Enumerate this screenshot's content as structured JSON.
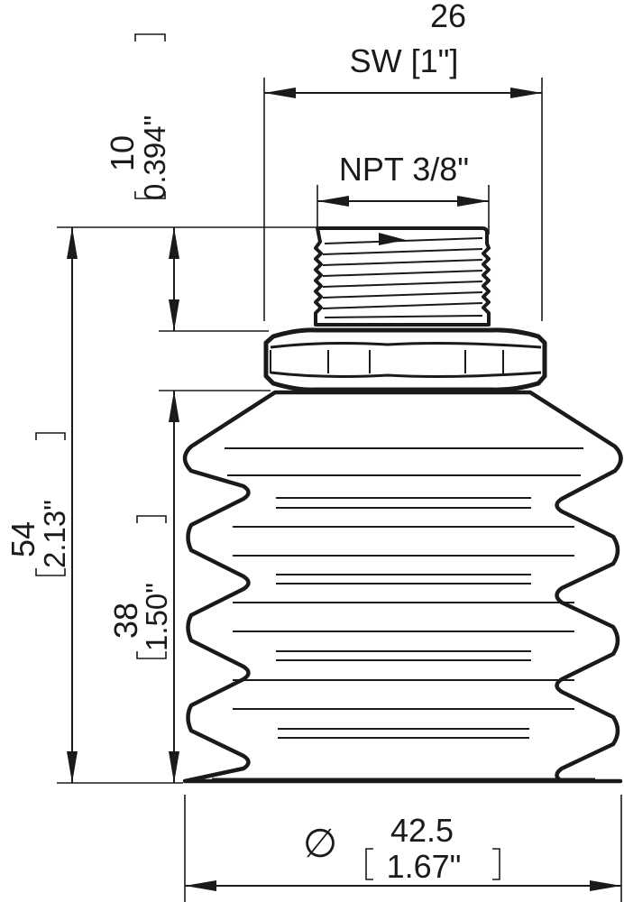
{
  "drawing": {
    "subject": "bellows suction cup with NPT threaded fitting",
    "colors": {
      "line": "#1a1a1a",
      "background": "#ffffff"
    }
  },
  "dimensions": {
    "wrench_size": {
      "value": "26",
      "label": "SW [1\"]"
    },
    "thread": {
      "label": "NPT 3/8\""
    },
    "thread_length": {
      "value": "10",
      "imperial": "0.394\""
    },
    "total_height": {
      "value": "54",
      "imperial": "2.13\""
    },
    "bellows_height": {
      "value": "38",
      "imperial": "1.50\""
    },
    "diameter": {
      "symbol": "∅",
      "value": "42.5",
      "imperial": "1.67\""
    }
  },
  "brackets": {
    "open": "[",
    "close": "]"
  }
}
